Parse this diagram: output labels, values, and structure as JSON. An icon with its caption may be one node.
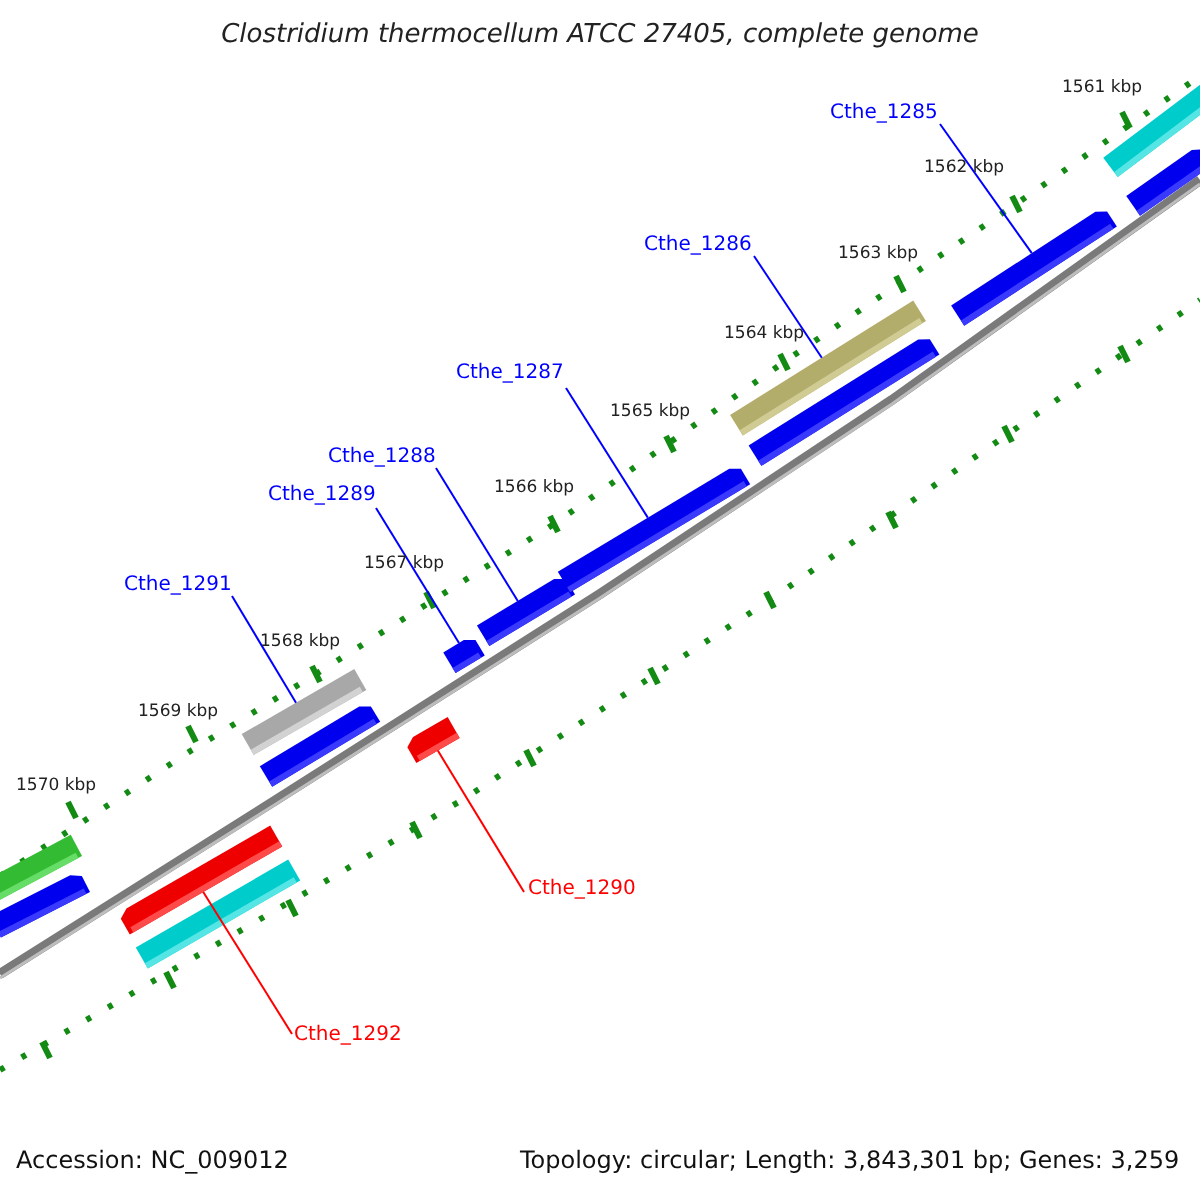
{
  "diagram": {
    "title": "Clostridium thermocellum ATCC 27405, complete genome",
    "nodes": [
      {
        "text": [
          "Cthe_1285"
        ]
      },
      {
        "text": [
          "Cthe_1286"
        ]
      },
      {
        "text": [
          "Cthe_1287"
        ]
      },
      {
        "text": [
          "Cthe_1288"
        ]
      },
      {
        "text": [
          "Cthe_1289"
        ]
      },
      {
        "text": [
          "Cthe_1291"
        ]
      },
      {
        "text": [
          "Cthe_1290"
        ]
      },
      {
        "text": [
          "Cthe_1292"
        ]
      },
      {
        "text": [],
        "shape": "bar"
      },
      {
        "text": [],
        "shape": "bar"
      },
      {
        "text": [],
        "shape": "bar"
      },
      {
        "text": [],
        "shape": "bar"
      },
      {
        "text": [],
        "shape": "bar"
      },
      {
        "text": [],
        "shape": "bar"
      },
      {
        "text": [],
        "shape": "bar"
      },
      {
        "text": [],
        "shape": "bar"
      },
      {
        "text": [],
        "shape": "bar"
      },
      {
        "text": [],
        "shape": "bar"
      },
      {
        "text": [],
        "shape": "bar"
      },
      {
        "text": [],
        "shape": "bar"
      },
      {
        "text": [],
        "shape": "bar"
      },
      {
        "text": [],
        "shape": "bar"
      },
      {
        "text": [],
        "shape": "bar"
      }
    ],
    "edges": [
      {
        "from": 0,
        "to": 20,
        "arrow": "none"
      },
      {
        "from": 1,
        "to": 18,
        "arrow": "none"
      },
      {
        "from": 2,
        "to": 17,
        "arrow": "none"
      },
      {
        "from": 3,
        "to": 16,
        "arrow": "none"
      },
      {
        "from": 4,
        "to": 15,
        "arrow": "none"
      },
      {
        "from": 5,
        "to": 12,
        "arrow": "none"
      },
      {
        "from": 6,
        "to": 14,
        "arrow": "none",
        "color": "#ff0000"
      },
      {
        "from": 7,
        "to": 10,
        "arrow": "none",
        "color": "#ff0000"
      }
    ],
    "labels": [
      "1561 kbp",
      "1562 kbp",
      "1563 kbp",
      "1564 kbp",
      "1565 kbp",
      "1566 kbp",
      "1567 kbp",
      "1568 kbp",
      "1569 kbp",
      "1570 kbp",
      "Accession: NC_009012",
      "Topology: circular; Length: 3,843,301 bp; Genes: 3,259"
    ]
  }
}
